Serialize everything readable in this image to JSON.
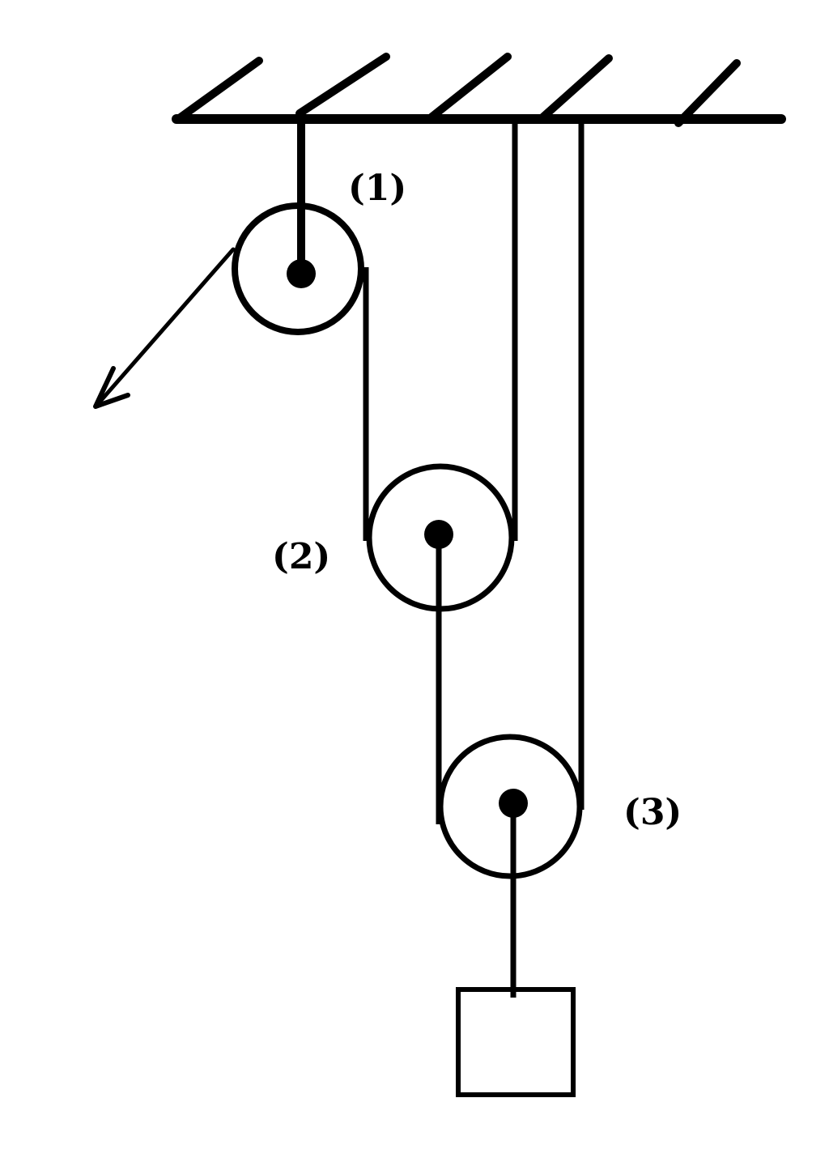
{
  "diagram": {
    "pulley_labels": {
      "p1": "(1)",
      "p2": "(2)",
      "p3": "(3)"
    }
  },
  "colors": {
    "stroke": "#000000",
    "background": "#ffffff"
  }
}
